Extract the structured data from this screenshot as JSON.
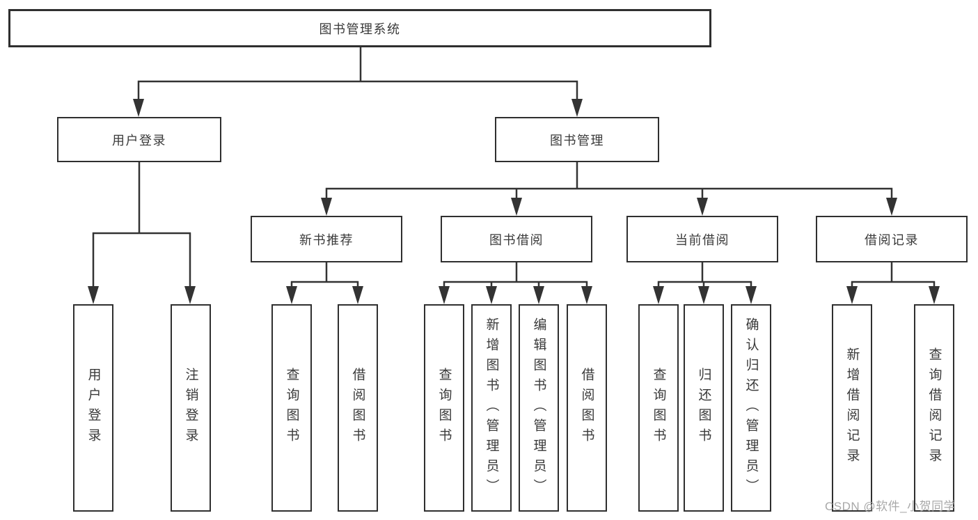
{
  "diagram": {
    "nodes": {
      "root": "图书管理系统",
      "user_login": "用户登录",
      "book_mgmt": "图书管理",
      "login": "用户登录",
      "logout": "注销登录",
      "new_books": "新书推荐",
      "book_borrow": "图书借阅",
      "current_borrow": "当前借阅",
      "borrow_records": "借阅记录",
      "nb_query": "查询图书",
      "nb_borrow": "借阅图书",
      "bb_query": "查询图书",
      "bb_add": "新增图书（管理员）",
      "bb_edit": "编辑图书（管理员）",
      "bb_borrow": "借阅图书",
      "cb_query": "查询图书",
      "cb_return": "归还图书",
      "cb_confirm": "确认归还（管理员）",
      "br_add": "新增借阅记录",
      "br_query": "查询借阅记录"
    },
    "watermark": "CSDN @软件_小贺同学",
    "colors": {
      "line": "#333333",
      "boxBorder": "#2f2f2f",
      "text": "#3a3a3a",
      "watermark": "#a8a8a8",
      "background": "#ffffff"
    }
  }
}
